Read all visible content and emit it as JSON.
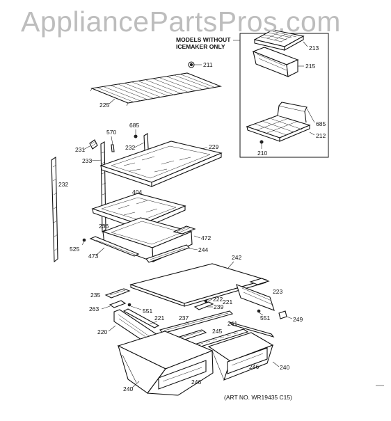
{
  "watermark": "AppliancePartsPros.com",
  "inset": {
    "heading_line1": "MODELS WITHOUT",
    "heading_line2": "ICEMAKER ONLY"
  },
  "art_number": "(ART NO. WR19435 C15)",
  "labels": {
    "p213": "213",
    "p215": "215",
    "p685a": "685",
    "p212": "212",
    "p210": "210",
    "p211": "211",
    "p225": "225",
    "p685b": "685",
    "p570": "570",
    "p231": "231",
    "p232a": "232",
    "p229": "229",
    "p233": "233",
    "p232b": "232",
    "p404": "404",
    "p236": "236",
    "p472": "472",
    "p525": "525",
    "p473": "473",
    "p244": "244",
    "p242": "242",
    "p235": "235",
    "p223": "223",
    "p222": "222",
    "p221a": "221",
    "p239": "239",
    "p263": "263",
    "p551a": "551",
    "p221b": "221",
    "p551b": "551",
    "p249": "249",
    "p237": "237",
    "p241": "241",
    "p220": "220",
    "p245": "245",
    "p246a": "246",
    "p240a": "240",
    "p240b": "240",
    "p246b": "246"
  }
}
